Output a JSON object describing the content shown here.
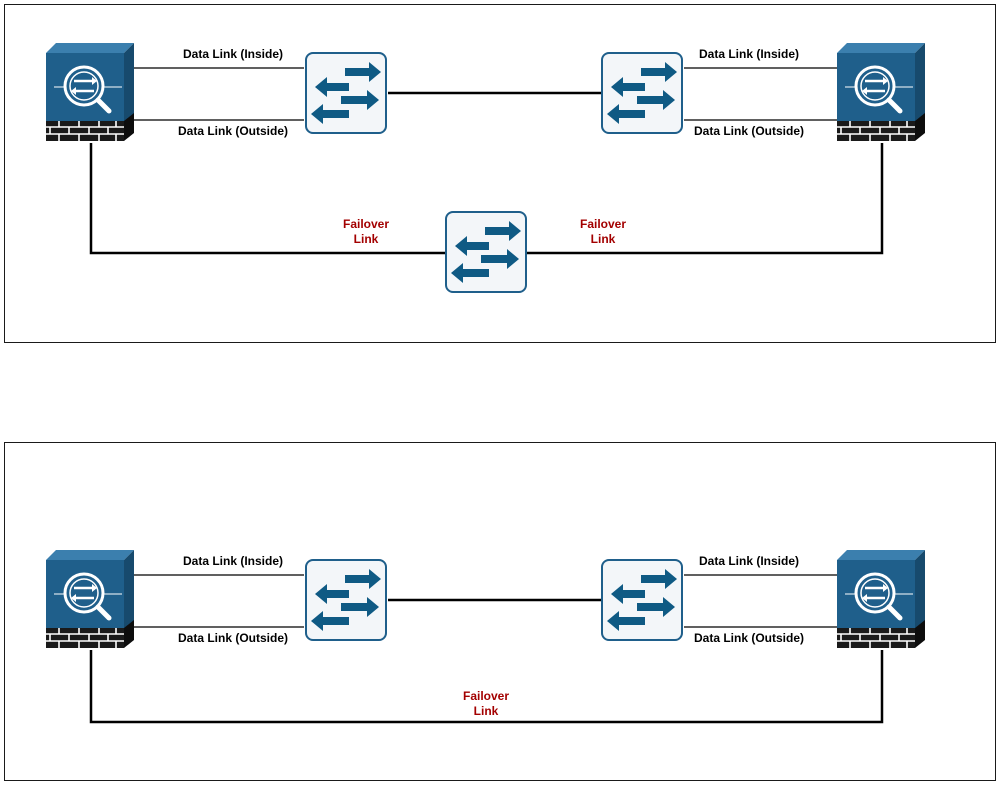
{
  "colors": {
    "device_blue": "#1f5f8b",
    "switch_bg": "#f3f6f9",
    "arrow_blue": "#0f5a84",
    "failover_text": "#a30000",
    "line": "#000000"
  },
  "icons": {
    "firewall": "asa-firewall-icon",
    "switch": "switch-icon"
  },
  "diagrams": [
    {
      "data_inside_left": "Data Link (Inside)",
      "data_outside_left": "Data Link (Outside)",
      "data_inside_right": "Data Link (Inside)",
      "data_outside_right": "Data Link (Outside)",
      "failover_left_l1": "Failover",
      "failover_left_l2": "Link",
      "failover_right_l1": "Failover",
      "failover_right_l2": "Link"
    },
    {
      "data_inside_left": "Data Link (Inside)",
      "data_outside_left": "Data Link (Outside)",
      "data_inside_right": "Data Link (Inside)",
      "data_outside_right": "Data Link (Outside)",
      "failover_l1": "Failover",
      "failover_l2": "Link"
    }
  ]
}
